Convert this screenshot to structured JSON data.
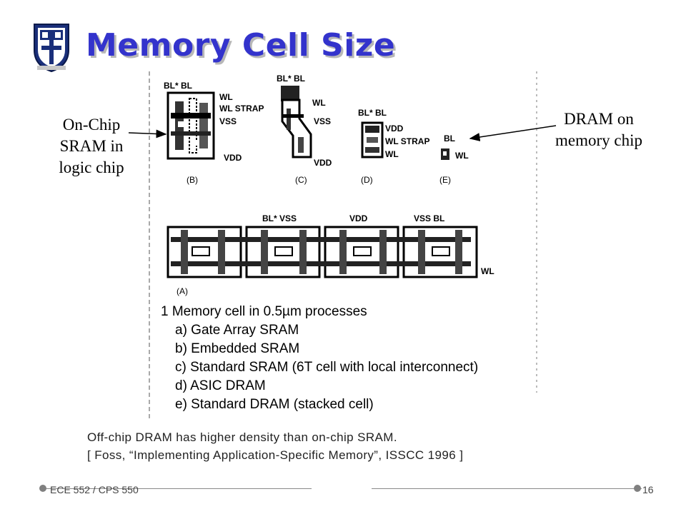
{
  "slide": {
    "title": "Memory Cell Size",
    "footer_course": "ECE 552 / CPS 550",
    "page_number": "16"
  },
  "callouts": {
    "left": [
      "On-Chip",
      "SRAM in",
      "logic chip"
    ],
    "right": [
      "DRAM on",
      "memory chip"
    ]
  },
  "figure": {
    "cells": {
      "b": {
        "labels": [
          "BL* BL",
          "WL",
          "WL STRAP",
          "VSS",
          "VDD"
        ],
        "tag": "(B)"
      },
      "c": {
        "labels": [
          "BL* BL",
          "WL",
          "VSS",
          "VDD"
        ],
        "tag": "(C)"
      },
      "d": {
        "labels": [
          "BL* BL",
          "VDD",
          "WL STRAP",
          "WL"
        ],
        "tag": "(D)"
      },
      "e": {
        "labels": [
          "BL",
          "WL"
        ],
        "tag": "(E)"
      },
      "a": {
        "labels": [
          "BL* VSS",
          "VDD",
          "VSS BL",
          "WL"
        ],
        "tag": "(A)"
      }
    },
    "heading": "1 Memory cell in 0.5µm processes",
    "list": [
      "a)  Gate Array SRAM",
      "b)  Embedded SRAM",
      "c)  Standard SRAM (6T cell with local interconnect)",
      "d)  ASIC DRAM",
      "e)  Standard DRAM (stacked cell)"
    ]
  },
  "caption": {
    "line1": "Off-chip DRAM has higher density than on-chip SRAM.",
    "line2": "[ Foss, “Implementing Application-Specific Memory”, ISSCC 1996 ]"
  },
  "colors": {
    "title": "#3333cc",
    "title_shadow": "#b8b8b8",
    "logo_blue": "#1a2f7a",
    "footer_gray": "#808080"
  }
}
